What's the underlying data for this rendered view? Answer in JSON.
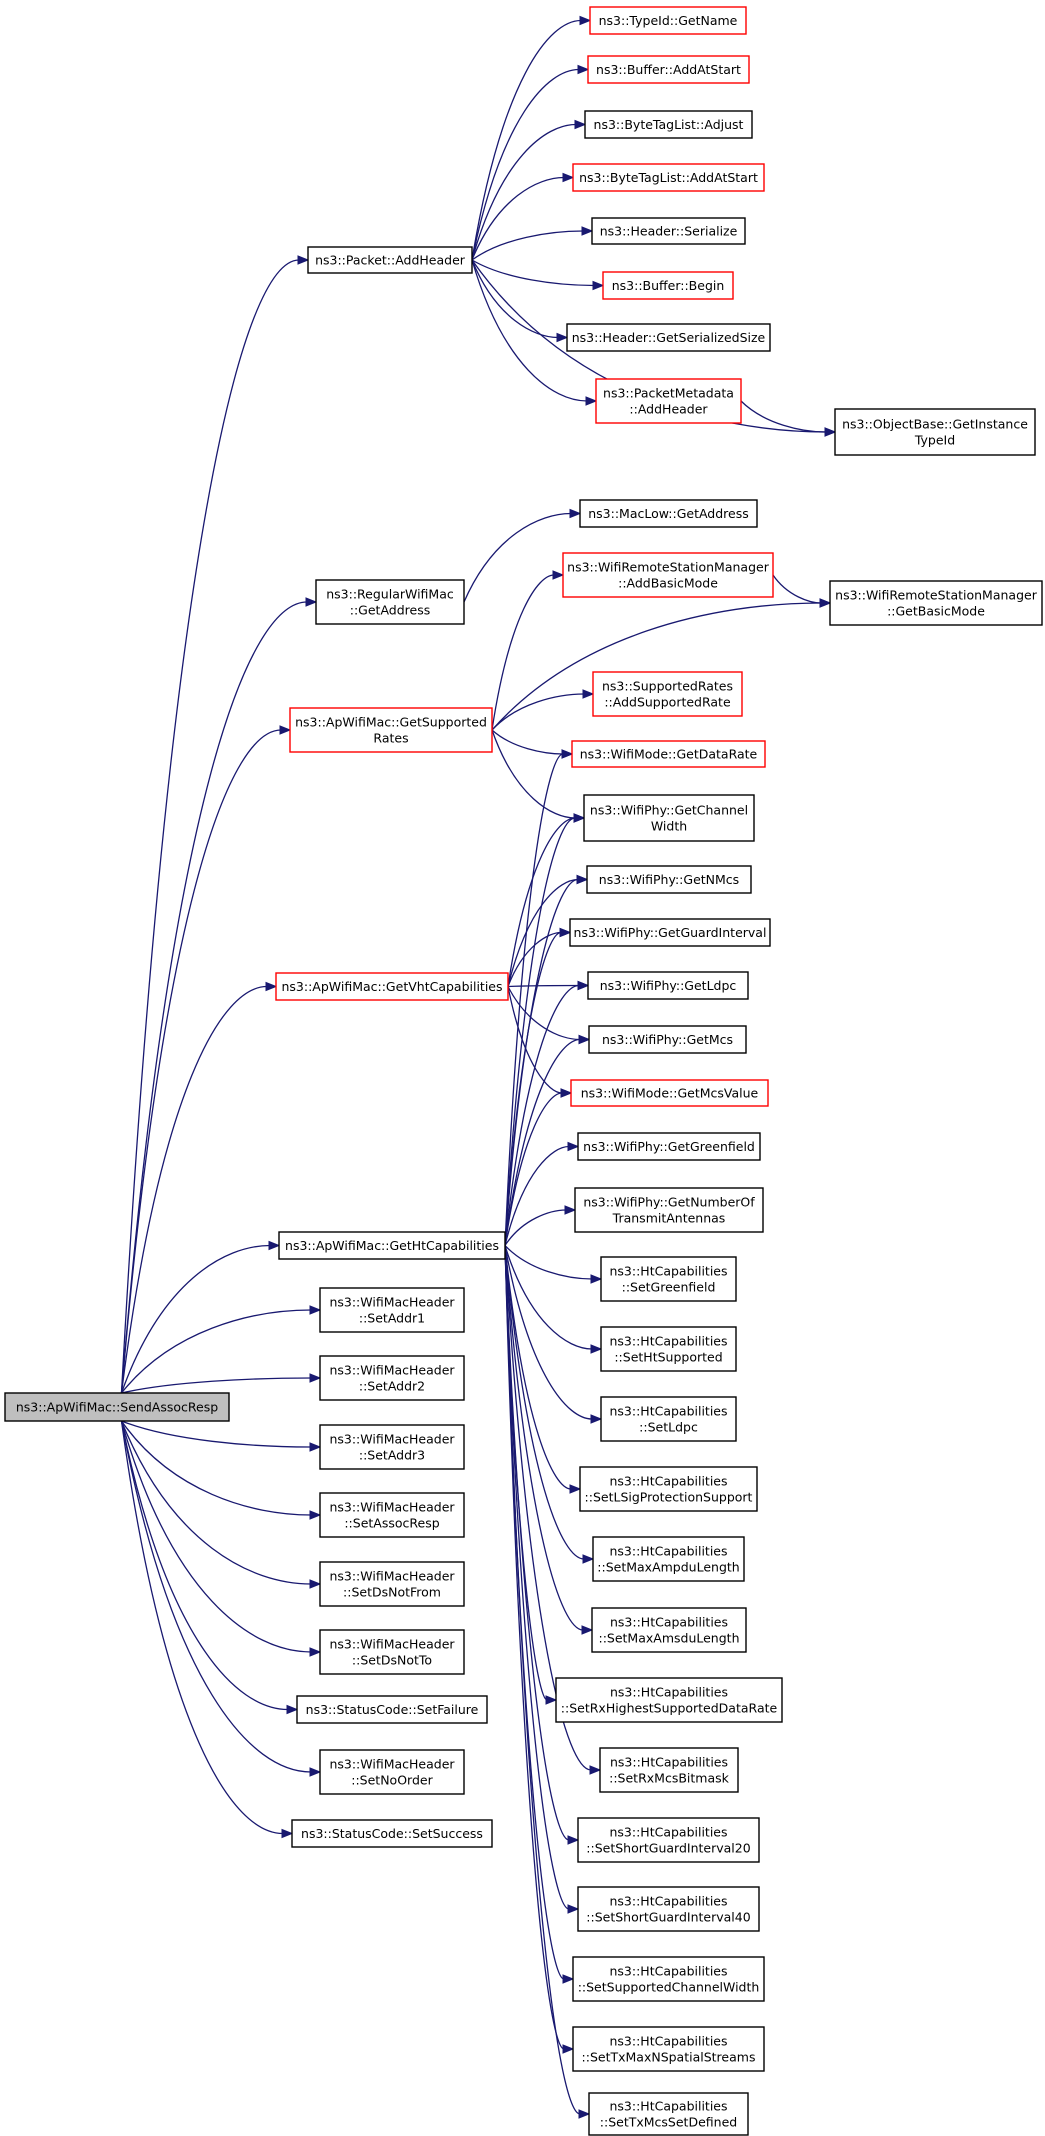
{
  "nodes": [
    {
      "id": "root",
      "lines": [
        "ns3::ApWifiMac::SendAssocResp"
      ],
      "style": "root"
    },
    {
      "id": "pkt_addheader",
      "lines": [
        "ns3::Packet::AddHeader"
      ],
      "style": "black"
    },
    {
      "id": "typeid_getname",
      "lines": [
        "ns3::TypeId::GetName"
      ],
      "style": "red"
    },
    {
      "id": "buffer_addatstart",
      "lines": [
        "ns3::Buffer::AddAtStart"
      ],
      "style": "red"
    },
    {
      "id": "bytetag_adjust",
      "lines": [
        "ns3::ByteTagList::Adjust"
      ],
      "style": "black"
    },
    {
      "id": "bytetag_addatstart",
      "lines": [
        "ns3::ByteTagList::AddAtStart"
      ],
      "style": "red"
    },
    {
      "id": "header_serialize",
      "lines": [
        "ns3::Header::Serialize"
      ],
      "style": "black"
    },
    {
      "id": "buffer_begin",
      "lines": [
        "ns3::Buffer::Begin"
      ],
      "style": "red"
    },
    {
      "id": "header_getsersize",
      "lines": [
        "ns3::Header::GetSerializedSize"
      ],
      "style": "black"
    },
    {
      "id": "pktmeta_addheader",
      "lines": [
        "ns3::PacketMetadata",
        "::AddHeader"
      ],
      "style": "red"
    },
    {
      "id": "objbase_getinst",
      "lines": [
        "ns3::ObjectBase::GetInstance",
        "TypeId"
      ],
      "style": "black"
    },
    {
      "id": "regmac_getaddress",
      "lines": [
        "ns3::RegularWifiMac",
        "::GetAddress"
      ],
      "style": "black"
    },
    {
      "id": "maclow_getaddress",
      "lines": [
        "ns3::MacLow::GetAddress"
      ],
      "style": "black"
    },
    {
      "id": "wrsm_addbasicmode",
      "lines": [
        "ns3::WifiRemoteStationManager",
        "::AddBasicMode"
      ],
      "style": "red"
    },
    {
      "id": "wrsm_getbasicmode",
      "lines": [
        "ns3::WifiRemoteStationManager",
        "::GetBasicMode"
      ],
      "style": "black"
    },
    {
      "id": "apmac_getsupported",
      "lines": [
        "ns3::ApWifiMac::GetSupported",
        "Rates"
      ],
      "style": "red"
    },
    {
      "id": "suprates_add",
      "lines": [
        "ns3::SupportedRates",
        "::AddSupportedRate"
      ],
      "style": "red"
    },
    {
      "id": "wifimode_getdatarate",
      "lines": [
        "ns3::WifiMode::GetDataRate"
      ],
      "style": "red"
    },
    {
      "id": "phy_getchannelwidth",
      "lines": [
        "ns3::WifiPhy::GetChannel",
        "Width"
      ],
      "style": "black"
    },
    {
      "id": "phy_getnmcs",
      "lines": [
        "ns3::WifiPhy::GetNMcs"
      ],
      "style": "black"
    },
    {
      "id": "phy_getguard",
      "lines": [
        "ns3::WifiPhy::GetGuardInterval"
      ],
      "style": "black"
    },
    {
      "id": "apmac_getvht",
      "lines": [
        "ns3::ApWifiMac::GetVhtCapabilities"
      ],
      "style": "red"
    },
    {
      "id": "phy_getldpc",
      "lines": [
        "ns3::WifiPhy::GetLdpc"
      ],
      "style": "black"
    },
    {
      "id": "phy_getmcs",
      "lines": [
        "ns3::WifiPhy::GetMcs"
      ],
      "style": "black"
    },
    {
      "id": "wifimode_getmcsvalue",
      "lines": [
        "ns3::WifiMode::GetMcsValue"
      ],
      "style": "red"
    },
    {
      "id": "phy_getgreenfield",
      "lines": [
        "ns3::WifiPhy::GetGreenfield"
      ],
      "style": "black"
    },
    {
      "id": "phy_getnumtx",
      "lines": [
        "ns3::WifiPhy::GetNumberOf",
        "TransmitAntennas"
      ],
      "style": "black"
    },
    {
      "id": "apmac_getht",
      "lines": [
        "ns3::ApWifiMac::GetHtCapabilities"
      ],
      "style": "black"
    },
    {
      "id": "htc_setgreenfield",
      "lines": [
        "ns3::HtCapabilities",
        "::SetGreenfield"
      ],
      "style": "black"
    },
    {
      "id": "htc_sethtsupported",
      "lines": [
        "ns3::HtCapabilities",
        "::SetHtSupported"
      ],
      "style": "black"
    },
    {
      "id": "htc_setldpc",
      "lines": [
        "ns3::HtCapabilities",
        "::SetLdpc"
      ],
      "style": "black"
    },
    {
      "id": "htc_setlsig",
      "lines": [
        "ns3::HtCapabilities",
        "::SetLSigProtectionSupport"
      ],
      "style": "black"
    },
    {
      "id": "htc_setmaxampdu",
      "lines": [
        "ns3::HtCapabilities",
        "::SetMaxAmpduLength"
      ],
      "style": "black"
    },
    {
      "id": "htc_setmaxamsdu",
      "lines": [
        "ns3::HtCapabilities",
        "::SetMaxAmsduLength"
      ],
      "style": "black"
    },
    {
      "id": "htc_setrxhighest",
      "lines": [
        "ns3::HtCapabilities",
        "::SetRxHighestSupportedDataRate"
      ],
      "style": "black"
    },
    {
      "id": "htc_setrxmcs",
      "lines": [
        "ns3::HtCapabilities",
        "::SetRxMcsBitmask"
      ],
      "style": "black"
    },
    {
      "id": "htc_setsgi20",
      "lines": [
        "ns3::HtCapabilities",
        "::SetShortGuardInterval20"
      ],
      "style": "black"
    },
    {
      "id": "htc_setsgi40",
      "lines": [
        "ns3::HtCapabilities",
        "::SetShortGuardInterval40"
      ],
      "style": "black"
    },
    {
      "id": "htc_setsupchw",
      "lines": [
        "ns3::HtCapabilities",
        "::SetSupportedChannelWidth"
      ],
      "style": "black"
    },
    {
      "id": "htc_settxmaxn",
      "lines": [
        "ns3::HtCapabilities",
        "::SetTxMaxNSpatialStreams"
      ],
      "style": "black"
    },
    {
      "id": "htc_settxmcs",
      "lines": [
        "ns3::HtCapabilities",
        "::SetTxMcsSetDefined"
      ],
      "style": "black"
    },
    {
      "id": "wmh_setaddr1",
      "lines": [
        "ns3::WifiMacHeader",
        "::SetAddr1"
      ],
      "style": "black"
    },
    {
      "id": "wmh_setaddr2",
      "lines": [
        "ns3::WifiMacHeader",
        "::SetAddr2"
      ],
      "style": "black"
    },
    {
      "id": "wmh_setaddr3",
      "lines": [
        "ns3::WifiMacHeader",
        "::SetAddr3"
      ],
      "style": "black"
    },
    {
      "id": "wmh_setassocresp",
      "lines": [
        "ns3::WifiMacHeader",
        "::SetAssocResp"
      ],
      "style": "black"
    },
    {
      "id": "wmh_setdsnotfrom",
      "lines": [
        "ns3::WifiMacHeader",
        "::SetDsNotFrom"
      ],
      "style": "black"
    },
    {
      "id": "wmh_setdsnotto",
      "lines": [
        "ns3::WifiMacHeader",
        "::SetDsNotTo"
      ],
      "style": "black"
    },
    {
      "id": "sc_setfailure",
      "lines": [
        "ns3::StatusCode::SetFailure"
      ],
      "style": "black"
    },
    {
      "id": "wmh_setnoorder",
      "lines": [
        "ns3::WifiMacHeader",
        "::SetNoOrder"
      ],
      "style": "black"
    },
    {
      "id": "sc_setsuccess",
      "lines": [
        "ns3::StatusCode::SetSuccess"
      ],
      "style": "black"
    }
  ],
  "edges": [
    [
      "root",
      "pkt_addheader"
    ],
    [
      "root",
      "regmac_getaddress"
    ],
    [
      "root",
      "apmac_getsupported"
    ],
    [
      "root",
      "apmac_getvht"
    ],
    [
      "root",
      "apmac_getht"
    ],
    [
      "root",
      "wmh_setaddr1"
    ],
    [
      "root",
      "wmh_setaddr2"
    ],
    [
      "root",
      "wmh_setaddr3"
    ],
    [
      "root",
      "wmh_setassocresp"
    ],
    [
      "root",
      "wmh_setdsnotfrom"
    ],
    [
      "root",
      "wmh_setdsnotto"
    ],
    [
      "root",
      "sc_setfailure"
    ],
    [
      "root",
      "wmh_setnoorder"
    ],
    [
      "root",
      "sc_setsuccess"
    ],
    [
      "pkt_addheader",
      "typeid_getname"
    ],
    [
      "pkt_addheader",
      "buffer_addatstart"
    ],
    [
      "pkt_addheader",
      "bytetag_adjust"
    ],
    [
      "pkt_addheader",
      "bytetag_addatstart"
    ],
    [
      "pkt_addheader",
      "header_serialize"
    ],
    [
      "pkt_addheader",
      "buffer_begin"
    ],
    [
      "pkt_addheader",
      "header_getsersize"
    ],
    [
      "pkt_addheader",
      "pktmeta_addheader"
    ],
    [
      "pkt_addheader",
      "objbase_getinst"
    ],
    [
      "pktmeta_addheader",
      "objbase_getinst"
    ],
    [
      "regmac_getaddress",
      "maclow_getaddress"
    ],
    [
      "apmac_getsupported",
      "wrsm_addbasicmode"
    ],
    [
      "apmac_getsupported",
      "wrsm_getbasicmode"
    ],
    [
      "apmac_getsupported",
      "suprates_add"
    ],
    [
      "apmac_getsupported",
      "wifimode_getdatarate"
    ],
    [
      "apmac_getsupported",
      "phy_getchannelwidth"
    ],
    [
      "wrsm_addbasicmode",
      "wrsm_getbasicmode"
    ],
    [
      "apmac_getvht",
      "phy_getchannelwidth"
    ],
    [
      "apmac_getvht",
      "phy_getnmcs"
    ],
    [
      "apmac_getvht",
      "phy_getguard"
    ],
    [
      "apmac_getvht",
      "phy_getldpc"
    ],
    [
      "apmac_getvht",
      "phy_getmcs"
    ],
    [
      "apmac_getvht",
      "wifimode_getmcsvalue"
    ],
    [
      "apmac_getht",
      "wifimode_getdatarate"
    ],
    [
      "apmac_getht",
      "phy_getchannelwidth"
    ],
    [
      "apmac_getht",
      "phy_getnmcs"
    ],
    [
      "apmac_getht",
      "phy_getguard"
    ],
    [
      "apmac_getht",
      "phy_getldpc"
    ],
    [
      "apmac_getht",
      "phy_getmcs"
    ],
    [
      "apmac_getht",
      "wifimode_getmcsvalue"
    ],
    [
      "apmac_getht",
      "phy_getgreenfield"
    ],
    [
      "apmac_getht",
      "phy_getnumtx"
    ],
    [
      "apmac_getht",
      "htc_setgreenfield"
    ],
    [
      "apmac_getht",
      "htc_sethtsupported"
    ],
    [
      "apmac_getht",
      "htc_setldpc"
    ],
    [
      "apmac_getht",
      "htc_setlsig"
    ],
    [
      "apmac_getht",
      "htc_setmaxampdu"
    ],
    [
      "apmac_getht",
      "htc_setmaxamsdu"
    ],
    [
      "apmac_getht",
      "htc_setrxhighest"
    ],
    [
      "apmac_getht",
      "htc_setrxmcs"
    ],
    [
      "apmac_getht",
      "htc_setsgi20"
    ],
    [
      "apmac_getht",
      "htc_setsgi40"
    ],
    [
      "apmac_getht",
      "htc_setsupchw"
    ],
    [
      "apmac_getht",
      "htc_settxmaxn"
    ],
    [
      "apmac_getht",
      "htc_settxmcs"
    ]
  ]
}
